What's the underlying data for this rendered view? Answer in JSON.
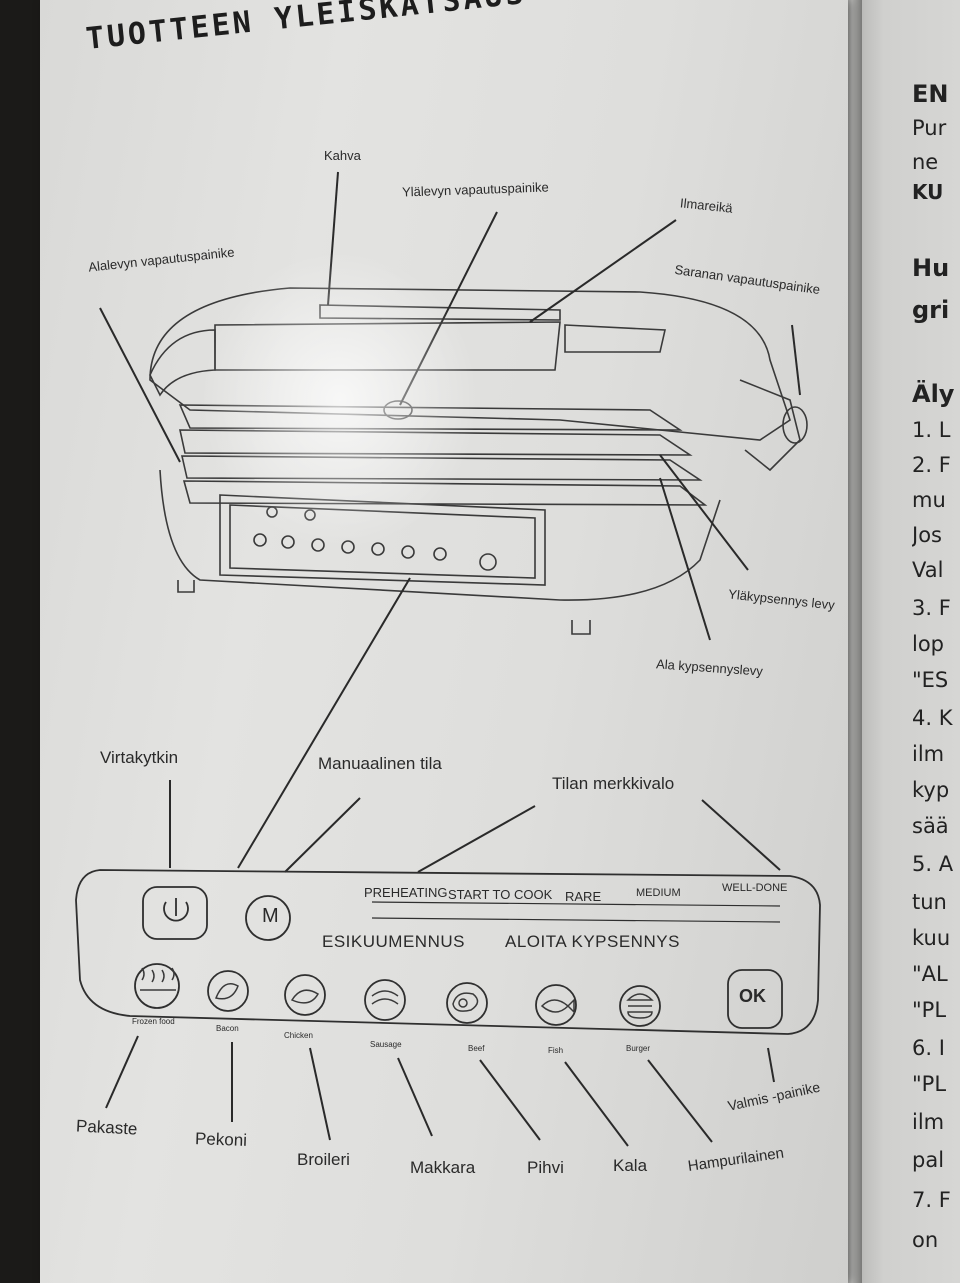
{
  "page": {
    "title": "TUOTTEEN YLEISKATSAUS"
  },
  "device_labels": {
    "kahva": "Kahva",
    "ylalevyn_vapautus": "Ylälevyn vapautuspainike",
    "ilmareika": "Ilmareikä",
    "alalevyn_vapautus": "Alalevyn vapautuspainike",
    "saranan_vapautus": "Saranan vapautuspainike",
    "ylakypsennys": "Yläkypsennys levy",
    "alakypsennys": "Ala kypsennyslevy"
  },
  "panel_labels": {
    "virtakytkin": "Virtakytkin",
    "manuaalinen": "Manuaalinen tila",
    "tilan_merkkivalo": "Tilan merkkivalo",
    "valmis": "Valmis -painike"
  },
  "panel": {
    "indicators": [
      "PREHEATING",
      "START TO COOK",
      "RARE",
      "MEDIUM",
      "WELL-DONE"
    ],
    "esikuumennus": "ESIKUUMENNUS",
    "aloita": "ALOITA KYPSENNYS",
    "m_button": "M",
    "ok_button": "OK",
    "programs": [
      {
        "en": "Frozen food",
        "fi": "Pakaste"
      },
      {
        "en": "Bacon",
        "fi": "Pekoni"
      },
      {
        "en": "Chicken",
        "fi": "Broileri"
      },
      {
        "en": "Sausage",
        "fi": "Makkara"
      },
      {
        "en": "Beef",
        "fi": "Pihvi"
      },
      {
        "en": "Fish",
        "fi": "Kala"
      },
      {
        "en": "Burger",
        "fi": "Hampurilainen"
      }
    ]
  },
  "right_page": {
    "lines": [
      "EN",
      "Pur",
      "ne",
      "KU",
      "Hu",
      "gri",
      "Äly",
      "1. L",
      "2. F",
      "mu",
      "Jos",
      "Val",
      "3. F",
      "lop",
      "\"ES",
      "4. K",
      "ilm",
      "kyp",
      "sää",
      "5. A",
      "tun",
      "kuu",
      "\"AL",
      "\"PL",
      "6. I",
      "\"PL",
      "ilm",
      "pal",
      "7. F",
      "on"
    ]
  }
}
